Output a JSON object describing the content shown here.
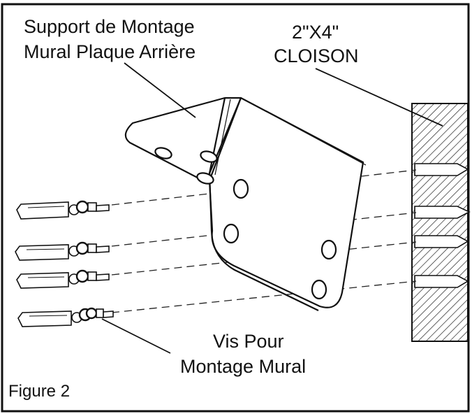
{
  "labels": {
    "bracket_line1": "Support de Montage",
    "bracket_line2": "Mural Plaque Arrière",
    "stud_line1": "2\"X4\"",
    "stud_line2": "CLOISON",
    "screws_line1": "Vis Pour",
    "screws_line2": "Montage Mural",
    "figure": "Figure 2"
  },
  "parts": {
    "bracket_icon": "l-bracket-icon",
    "screw_icon": "wall-anchor-screw-icon",
    "stud_icon": "wood-stud-icon"
  },
  "colors": {
    "ink": "#111111",
    "background": "#ffffff"
  }
}
